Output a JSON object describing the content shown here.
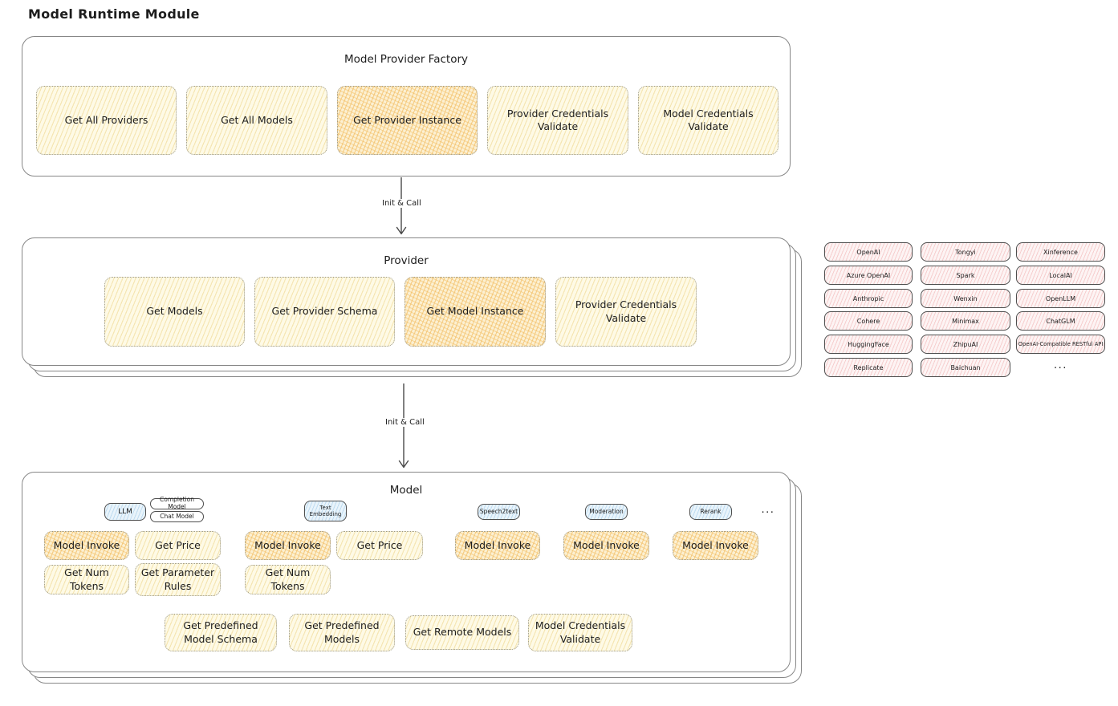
{
  "title": "Model Runtime Module",
  "factory": {
    "title": "Model Provider Factory",
    "buttons": [
      {
        "label": "Get All Providers",
        "highlighted": false
      },
      {
        "label": "Get All Models",
        "highlighted": false
      },
      {
        "label": "Get Provider Instance",
        "highlighted": true
      },
      {
        "label": "Provider Credentials Validate",
        "highlighted": false
      },
      {
        "label": "Model Credentials Validate",
        "highlighted": false
      }
    ]
  },
  "arrows": {
    "factory_to_provider": "Init & Call",
    "provider_to_model": "Init & Call"
  },
  "provider": {
    "title": "Provider",
    "buttons": [
      {
        "label": "Get Models",
        "highlighted": false
      },
      {
        "label": "Get Provider Schema",
        "highlighted": false
      },
      {
        "label": "Get Model Instance",
        "highlighted": true
      },
      {
        "label": "Provider Credentials Validate",
        "highlighted": false
      }
    ]
  },
  "providers": {
    "items": [
      "OpenAI",
      "Tongyi",
      "Xinference",
      "Azure OpenAI",
      "Spark",
      "LocalAI",
      "Anthropic",
      "Wenxin",
      "OpenLLM",
      "Cohere",
      "Minimax",
      "ChatGLM",
      "HuggingFace",
      "ZhipuAI",
      "OpenAI-Compatible RESTful API",
      "Replicate",
      "Baichuan"
    ],
    "more": "..."
  },
  "model": {
    "title": "Model",
    "types": [
      "LLM",
      "Completion Model",
      "Chat Model",
      "Text Embedding",
      "Speech2text",
      "Moderation",
      "Rerank"
    ],
    "types_more": "...",
    "ops_row1": [
      "Model Invoke",
      "Get Price",
      "Model Invoke",
      "Get Price",
      "Model Invoke",
      "Model Invoke",
      "Model Invoke"
    ],
    "ops_row2": [
      "Get Num Tokens",
      "Get Parameter Rules",
      "Get Num Tokens"
    ],
    "ops_bottom": [
      "Get Predefined Model Schema",
      "Get Predefined Models",
      "Get Remote Models",
      "Model Credentials Validate"
    ]
  },
  "colors": {
    "box_border": "#878787",
    "node_border_dotted": "#9b9887",
    "yellow_fill": "#fefae6",
    "yellow_hatch": "#ebcd78",
    "orange_fill": "#fcf0d2",
    "orange_hatch": "#f2b95a",
    "pink_fill": "#fdf4f4",
    "pink_hatch": "#eb9696",
    "blue_fill": "#e9f4fb",
    "blue_hatch": "#96c3e6",
    "text": "#1d1d1d"
  }
}
